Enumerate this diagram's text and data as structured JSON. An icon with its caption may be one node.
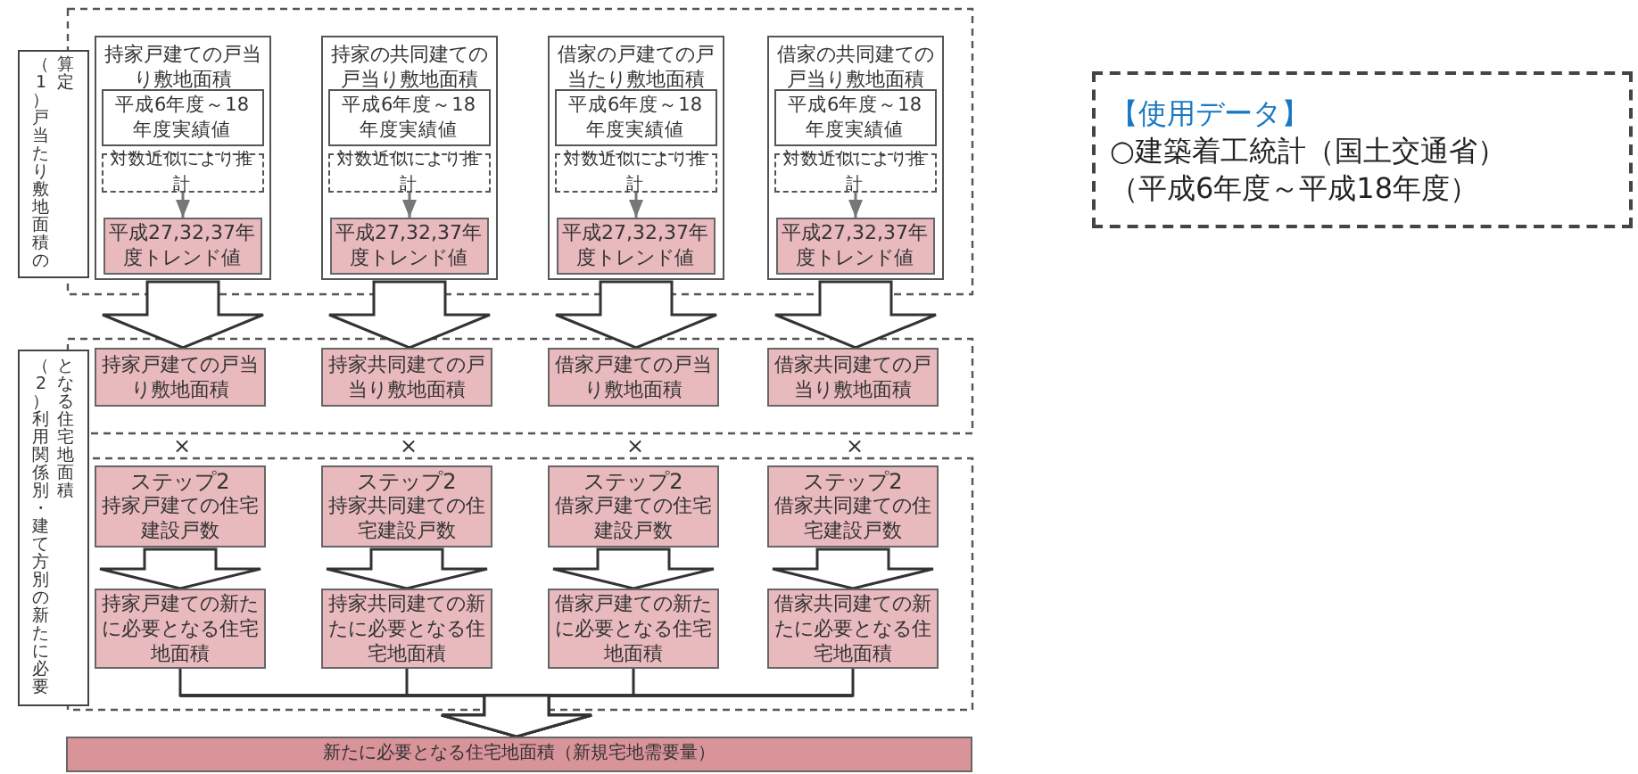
{
  "diagram": {
    "nodes": [
      {
        "text": [
          "（1）戸当たり敷地面積の算定"
        ]
      },
      {
        "text": [
          "持家戸建ての戸当り敷地面積"
        ]
      },
      {
        "text": [
          "平成6年度～18年度実績値"
        ],
        "in": 1
      },
      {
        "text": [
          "対数近似により推計"
        ],
        "in": 1
      },
      {
        "text": [
          "平成27,32,37年度トレンド値"
        ],
        "in": 1
      },
      {
        "text": [
          "持家の共同建ての戸当り敷地面積"
        ]
      },
      {
        "text": [
          "平成6年度～18年度実績値"
        ],
        "in": 5
      },
      {
        "text": [
          "対数近似により推計"
        ],
        "in": 5
      },
      {
        "text": [
          "平成27,32,37年度トレンド値"
        ],
        "in": 5
      },
      {
        "text": [
          "借家の戸建ての戸当たり敷地面積"
        ]
      },
      {
        "text": [
          "平成6年度～18年度実績値"
        ],
        "in": 9
      },
      {
        "text": [
          "対数近似により推計"
        ],
        "in": 9
      },
      {
        "text": [
          "平成27,32,37年度トレンド値"
        ],
        "in": 9
      },
      {
        "text": [
          "借家の共同建ての戸当り敷地面積"
        ]
      },
      {
        "text": [
          "平成6年度～18年度実績値"
        ],
        "in": 13
      },
      {
        "text": [
          "対数近似により推計"
        ],
        "in": 13
      },
      {
        "text": [
          "平成27,32,37年度トレンド値"
        ],
        "in": 13
      },
      {
        "text": [
          "（2）利用関係別・建て方別の新たに必要となる住宅地面積"
        ]
      },
      {
        "text": [
          "持家戸建ての戸当り敷地面積"
        ]
      },
      {
        "text": [
          "持家共同建ての戸当り敷地面積"
        ]
      },
      {
        "text": [
          "借家戸建ての戸当り敷地面積"
        ]
      },
      {
        "text": [
          "借家共同建ての戸当り敷地面積"
        ]
      },
      {
        "text": [
          "ステップ2",
          "持家戸建ての住宅建設戸数"
        ]
      },
      {
        "text": [
          "ステップ2",
          "持家共同建ての住宅建設戸数"
        ]
      },
      {
        "text": [
          "ステップ2",
          "借家戸建ての住宅建設戸数"
        ]
      },
      {
        "text": [
          "ステップ2",
          "借家共同建ての住宅建設戸数"
        ]
      },
      {
        "text": [
          "持家戸建ての新たに必要となる住宅地面積"
        ]
      },
      {
        "text": [
          "持家共同建ての新たに必要となる住宅地面積"
        ]
      },
      {
        "text": [
          "借家戸建ての新たに必要となる住宅地面積"
        ]
      },
      {
        "text": [
          "借家共同建ての新たに必要となる住宅地面積"
        ]
      },
      {
        "text": [
          "新たに必要となる住宅地面積（新規宅地需要量）"
        ]
      },
      {
        "text": [
          "【使用データ】",
          "○建築着工統計（国土交通省）（平成6年度～平成18年度）"
        ]
      }
    ],
    "edges": [
      {
        "from": 3,
        "to": 4,
        "arrow": "to"
      },
      {
        "from": 7,
        "to": 8,
        "arrow": "to"
      },
      {
        "from": 11,
        "to": 12,
        "arrow": "to"
      },
      {
        "from": 15,
        "to": 16,
        "arrow": "to"
      },
      {
        "from": 1,
        "to": 18,
        "arrow": "to",
        "style": "thick"
      },
      {
        "from": 5,
        "to": 19,
        "arrow": "to",
        "style": "thick"
      },
      {
        "from": 9,
        "to": 20,
        "arrow": "to",
        "style": "thick"
      },
      {
        "from": 13,
        "to": 21,
        "arrow": "to",
        "style": "thick"
      },
      {
        "from": 22,
        "to": 26,
        "arrow": "to",
        "style": "thick"
      },
      {
        "from": 23,
        "to": 27,
        "arrow": "to",
        "style": "thick"
      },
      {
        "from": 24,
        "to": 28,
        "arrow": "to",
        "style": "thick"
      },
      {
        "from": 25,
        "to": 29,
        "arrow": "to",
        "style": "thick"
      },
      {
        "from": 26,
        "to": 30,
        "arrow": "to"
      },
      {
        "from": 27,
        "to": 30,
        "arrow": "to"
      },
      {
        "from": 28,
        "to": 30,
        "arrow": "to"
      },
      {
        "from": 29,
        "to": 30,
        "arrow": "to"
      }
    ],
    "labels": [
      "×",
      "×",
      "×",
      "×"
    ]
  }
}
